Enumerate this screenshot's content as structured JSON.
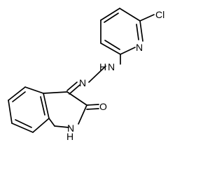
{
  "molecule": {
    "colors": {
      "bond": "#000000",
      "label": "#000000",
      "background": "#ffffff"
    },
    "atoms": {
      "cl": "Cl",
      "n_pyridine": "N",
      "nh_hydrazone": "H",
      "nh_hydrazone_n": "N",
      "n_imine": "N",
      "o": "O",
      "nh_lactam_h": "H",
      "nh_lactam_n": "N"
    }
  }
}
